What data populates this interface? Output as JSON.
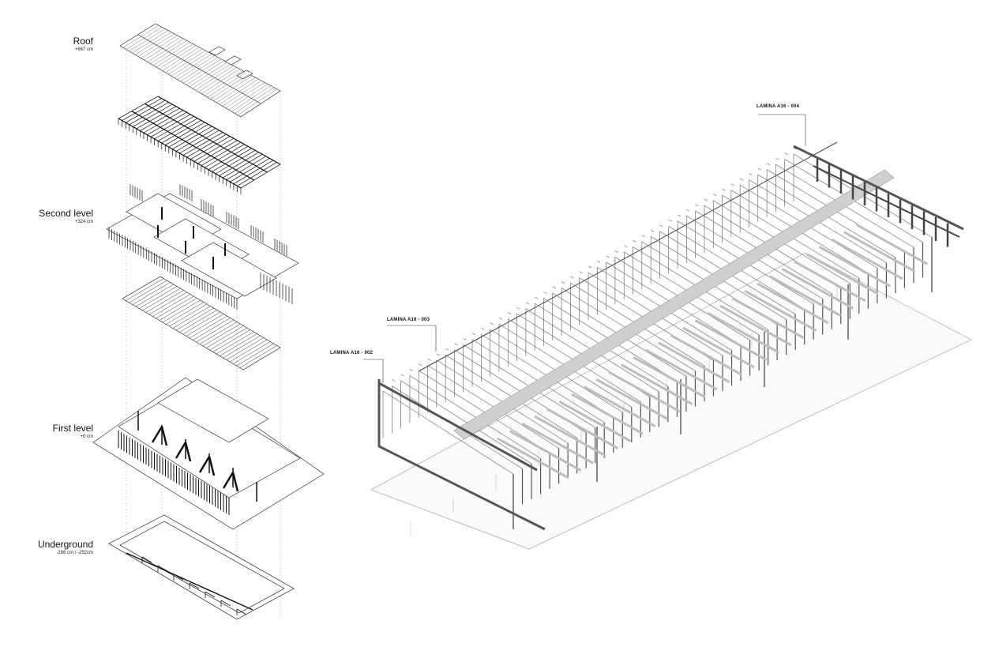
{
  "levels": [
    {
      "name": "Roof",
      "elevation": "+667 cm"
    },
    {
      "name": "Second level",
      "elevation": "+324 cm"
    },
    {
      "name": "First level",
      "elevation": "+0 cm"
    },
    {
      "name": "Underground",
      "elevation": "-288 cm / -252cm"
    }
  ],
  "callouts": [
    {
      "label": "LAMINA  A16 - 004"
    },
    {
      "label": "LAMINA  A16 - 003"
    },
    {
      "label": "LAMINA  A16 - 002"
    }
  ],
  "colors": {
    "line": "#1a1a1a",
    "light_line": "#9a9a9a",
    "beam": "#cfcfcf",
    "dark_beam": "#555555"
  }
}
